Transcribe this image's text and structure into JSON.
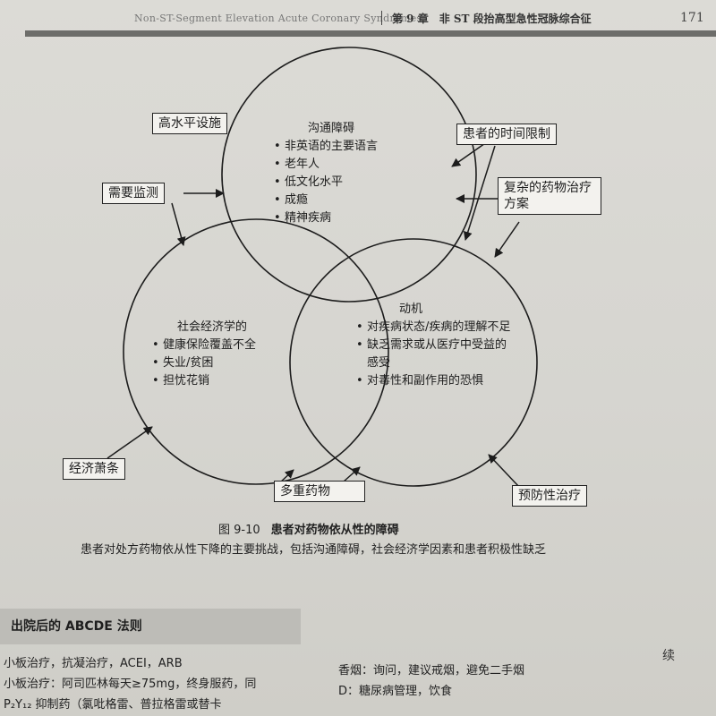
{
  "header": {
    "running_title_en": "Non-ST-Segment Elevation Acute Coronary Syndromes",
    "running_title_cn": "第 9 章　非 ST 段抬高型急性冠脉综合征",
    "page_number": "171"
  },
  "diagram": {
    "circles": {
      "top": {
        "title": "沟通障碍",
        "items": [
          "非英语的主要语言",
          "老年人",
          "低文化水平",
          "成瘾",
          "精神疾病"
        ]
      },
      "left": {
        "title": "社会经济学的",
        "items": [
          "健康保险覆盖不全",
          "失业/贫困",
          "担忧花销"
        ]
      },
      "right": {
        "title": "动机",
        "items": [
          "对疾病状态/疾病的理解不足",
          "缺乏需求或从医疗中受益的感受",
          "对毒性和副作用的恐惧"
        ]
      }
    },
    "boxes": {
      "high_level_facilities": "高水平设施",
      "monitoring_needed": "需要监测",
      "patient_time_limits": "患者的时间限制",
      "complex_regimen": "复杂的药物治疗方案",
      "economic_recession": "经济萧条",
      "polypharmacy": "多重药物",
      "preventive_therapy": "预防性治疗"
    }
  },
  "figure": {
    "number": "图 9-10",
    "title": "患者对药物依从性的障碍",
    "description": "患者对处方药物依从性下降的主要挑战，包括沟通障碍，社会经济学因素和患者积极性缺乏"
  },
  "sidebar_box": {
    "heading": "出院后的 ABCDE 法则",
    "left_lines": [
      "小板治疗，抗凝治疗，ACEI，ARB",
      "小板治疗：阿司匹林每天≥75mg，终身服药，同",
      "P₂Y₁₂ 抑制药（氯吡格雷、普拉格雷或替卡"
    ],
    "right_lines": [
      "香烟：询问，建议戒烟，避免二手烟",
      "D：糖尿病管理，饮食"
    ],
    "continued": "续"
  }
}
